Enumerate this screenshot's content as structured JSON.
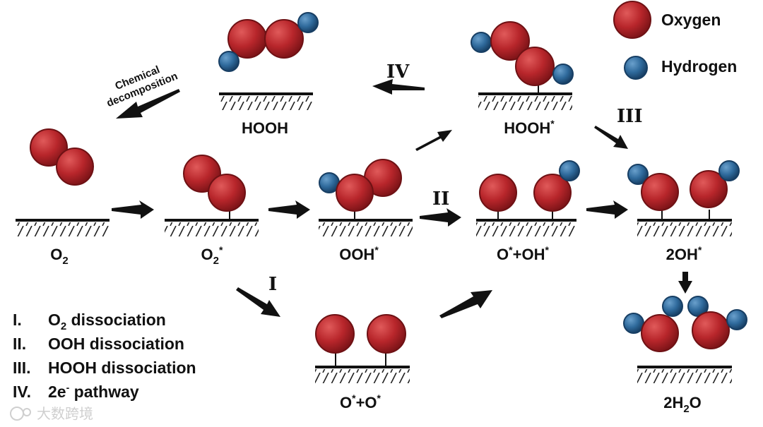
{
  "legend": {
    "oxygen_label": "Oxygen",
    "hydrogen_label": "Hydrogen",
    "oxygen_color": "#b8262b",
    "hydrogen_color": "#2f6a9c"
  },
  "species": {
    "hooh": "HOOH",
    "hooh_ads": "HOOH",
    "o2": "O",
    "o2_ads": "O",
    "ooh_ads": "OOH",
    "o_oh_ads": "+OH",
    "two_oh_ads": "2OH",
    "o_o_ads": "+O",
    "two_h2o": "2H",
    "two_h2o_tail": "O",
    "o_prefix": "O",
    "subscript_2": "2",
    "star": "*"
  },
  "steps": {
    "I": "I",
    "II": "II",
    "III": "III",
    "IV": "IV",
    "chemical_line1": "Chemical",
    "chemical_line2": "decomposition"
  },
  "pathways": [
    {
      "num": "I.",
      "text_a": "O",
      "sub": "2",
      "text_b": " dissociation"
    },
    {
      "num": "II.",
      "text_a": "OOH dissociation",
      "sub": "",
      "text_b": ""
    },
    {
      "num": "III.",
      "text_a": "HOOH dissociation",
      "sub": "",
      "text_b": ""
    },
    {
      "num": "IV.",
      "text_a": "2e",
      "sup": "-",
      "text_b": " pathway"
    }
  ],
  "watermark": "大数跨境"
}
